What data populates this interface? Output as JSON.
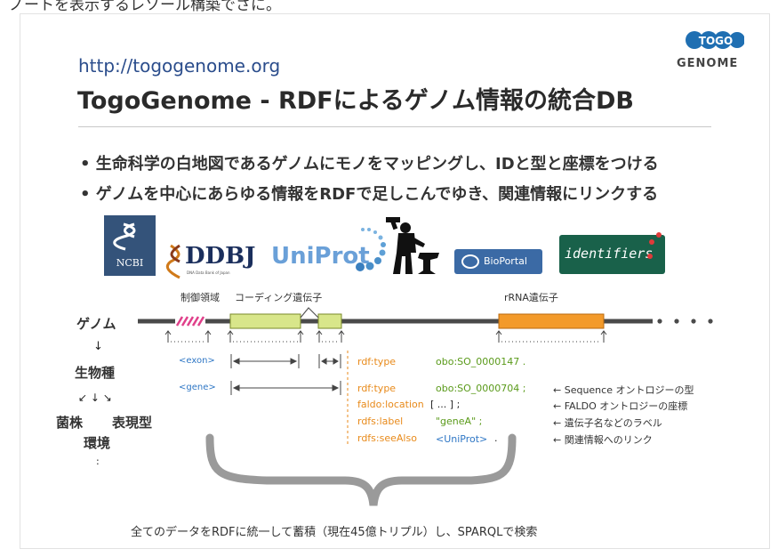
{
  "top_caption": "ノートを表示するレソール構築でさに。",
  "slide": {
    "url": "http://togogenome.org",
    "title": "TogoGenome - RDFによるゲノム情報の統合DB",
    "bullets": [
      "• 生命科学の白地図であるゲノムにモノをマッピングし、IDと型と座標をつける",
      "• ゲノムを中心にあらゆる情報をRDFで足しこんでゆき、関連情報にリンクする"
    ],
    "footer": "全てのデータをRDFに統一して蓄積（現在45億トリプル）し、SPARQLで検索"
  },
  "logo": {
    "top": "TOGO",
    "bottom": "GENOME"
  },
  "external_logos": {
    "ncbi": "NCBI",
    "ddbj": "DDBJ",
    "ddbj_sub": "DNA Data Bank of Japan",
    "uniprot": "UniProt",
    "bioportal": "BioPortal",
    "identifiers": "identifiers"
  },
  "diagram": {
    "region_labels": {
      "control": "制御領域",
      "coding": "コーディング遺伝子",
      "rrna": "rRNA遺伝子"
    },
    "hierarchy": {
      "genome": "ゲノム",
      "arrow": "↓",
      "species": "生物種",
      "arrows_row": "↙ ↓ ↘",
      "strain": "菌株",
      "phenotype": "表現型",
      "environment": "環境",
      "colon": ":"
    },
    "exon_tag": "<exon>",
    "gene_tag": "<gene>",
    "triples": {
      "type1": "rdf:type",
      "so147": "obo:SO_0000147 .",
      "type2": "rdf:type",
      "so704": "obo:SO_0000704 ;",
      "faldo": "faldo:location",
      "faldo_val": "[ ... ] ;",
      "label_pred": "rdfs:label",
      "label_val": "\"geneA\" ;",
      "seealso": "rdfs:seeAlso",
      "uniprot_ref": "<UniProt>",
      "end_dot": "."
    },
    "notes": [
      "← Sequence オントロジーの型",
      "← FALDO オントロジーの座標",
      "← 遺伝子名などのラベル",
      "← 関連情報へのリンク"
    ]
  }
}
